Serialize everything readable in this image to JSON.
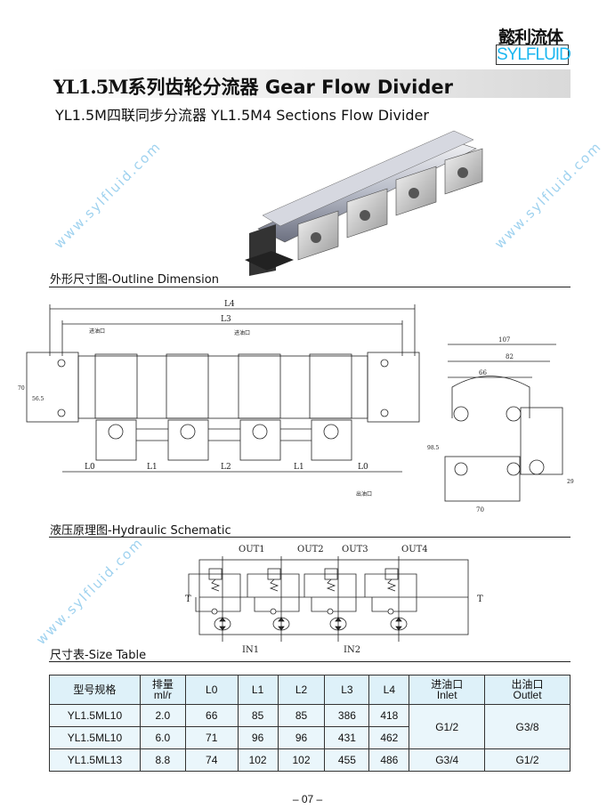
{
  "logo": {
    "cn": "懿利流体",
    "en": "SYLFLUID"
  },
  "title": {
    "model": "YL1.5M",
    "cn": "系列齿轮分流器",
    "en": "Gear Flow Divider"
  },
  "subtitle": "YL1.5M四联同步分流器 YL1.5M4 Sections Flow Divider",
  "sections": {
    "outline": "外形尺寸图-Outline Dimension",
    "schematic": "液压原理图-Hydraulic Schematic",
    "size_table": "尺寸表-Size Table"
  },
  "outline_drawing": {
    "L4": "L4",
    "L3": "L3",
    "L0": "L0",
    "L1": "L1",
    "L2": "L2",
    "h70": "70",
    "h56": "56.5",
    "inlet": "进油口",
    "outlet": "出油口",
    "d107": "107",
    "d82": "82",
    "d66": "66",
    "d98": "98.5",
    "d70": "70",
    "d29": "29"
  },
  "schematic": {
    "outs": [
      "OUT1",
      "OUT2",
      "OUT3",
      "OUT4"
    ],
    "t": "T",
    "in1": "IN1",
    "in2": "IN2"
  },
  "table": {
    "headers": [
      {
        "cn": "型号规格",
        "en": ""
      },
      {
        "cn": "排量",
        "en": "ml/r"
      },
      {
        "cn": "L0",
        "en": ""
      },
      {
        "cn": "L1",
        "en": ""
      },
      {
        "cn": "L2",
        "en": ""
      },
      {
        "cn": "L3",
        "en": ""
      },
      {
        "cn": "L4",
        "en": ""
      },
      {
        "cn": "进油口",
        "en": "Inlet"
      },
      {
        "cn": "出油口",
        "en": "Outlet"
      }
    ],
    "rows": [
      {
        "model": "YL1.5ML10",
        "disp": "2.0",
        "L0": "66",
        "L1": "85",
        "L2": "85",
        "L3": "386",
        "L4": "418"
      },
      {
        "model": "YL1.5ML10",
        "disp": "6.0",
        "L0": "71",
        "L1": "96",
        "L2": "96",
        "L3": "431",
        "L4": "462"
      },
      {
        "model": "YL1.5ML13",
        "disp": "8.8",
        "L0": "74",
        "L1": "102",
        "L2": "102",
        "L3": "455",
        "L4": "486"
      }
    ],
    "inlet_a": "G1/2",
    "outlet_a": "G3/8",
    "inlet_b": "G3/4",
    "outlet_b": "G1/2"
  },
  "footer": "– 07 –",
  "watermark": "www.sylfluid.com",
  "colors": {
    "brand": "#1ab6f0",
    "header_bg": "#def1f9",
    "watermark": "#9fd2ef"
  }
}
